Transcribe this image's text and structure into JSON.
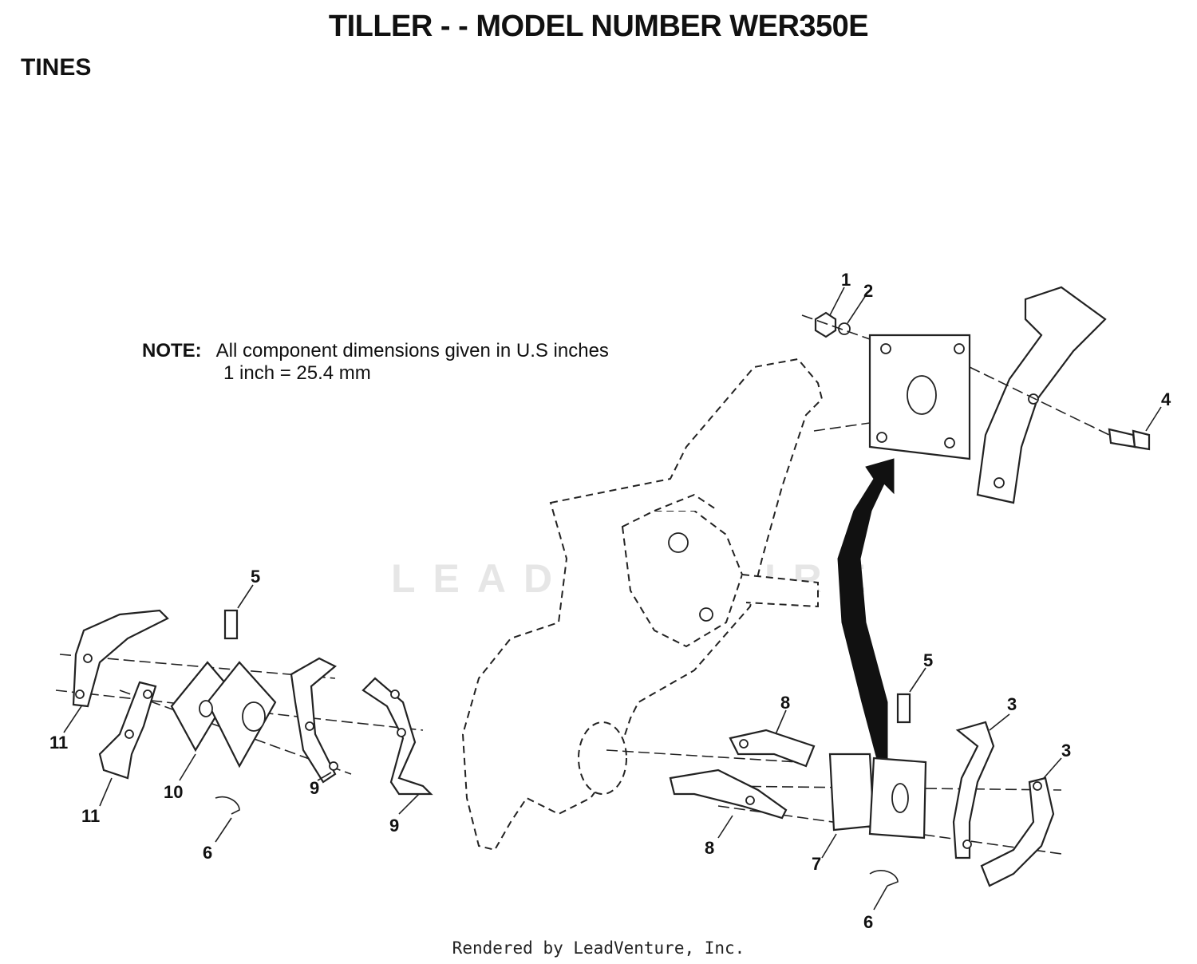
{
  "header": {
    "title": "TILLER - - MODEL NUMBER WER350E",
    "section": "TINES"
  },
  "note": {
    "label": "NOTE:",
    "line1": "All component dimensions given in U.S  inches",
    "line2": "1 inch = 25.4 mm"
  },
  "callouts": {
    "c1": "1",
    "c2": "2",
    "c3a": "3",
    "c3b": "3",
    "c4": "4",
    "c5a": "5",
    "c5b": "5",
    "c6a": "6",
    "c6b": "6",
    "c7": "7",
    "c8a": "8",
    "c8b": "8",
    "c9a": "9",
    "c9b": "9",
    "c10": "10",
    "c11a": "11",
    "c11b": "11"
  },
  "watermark": "LEADVENTURE",
  "footer": {
    "credit": "Rendered by LeadVenture, Inc."
  }
}
